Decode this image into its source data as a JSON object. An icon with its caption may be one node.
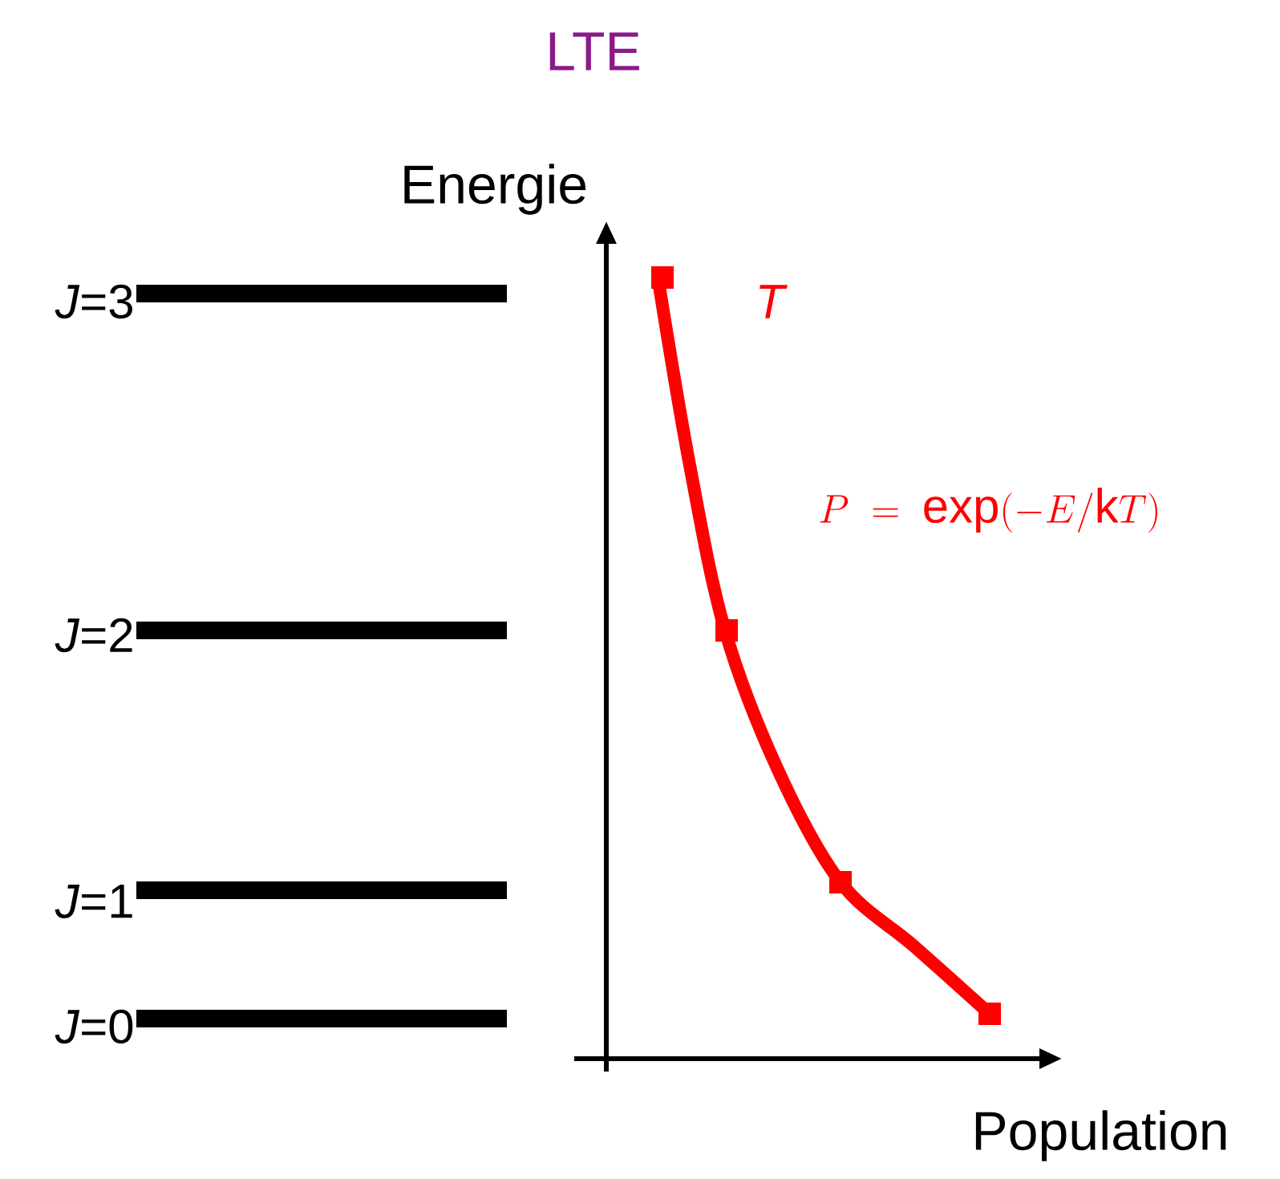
{
  "diagram": {
    "title": "LTE",
    "labels": [
      "Energie",
      "*J*=3",
      "T",
      "P \\;=\\; \\mathrm{exp}(-E/\\mathrm{k}T)",
      "*J*=2",
      "*J*=1",
      "*J*=0",
      "Population"
    ]
  }
}
